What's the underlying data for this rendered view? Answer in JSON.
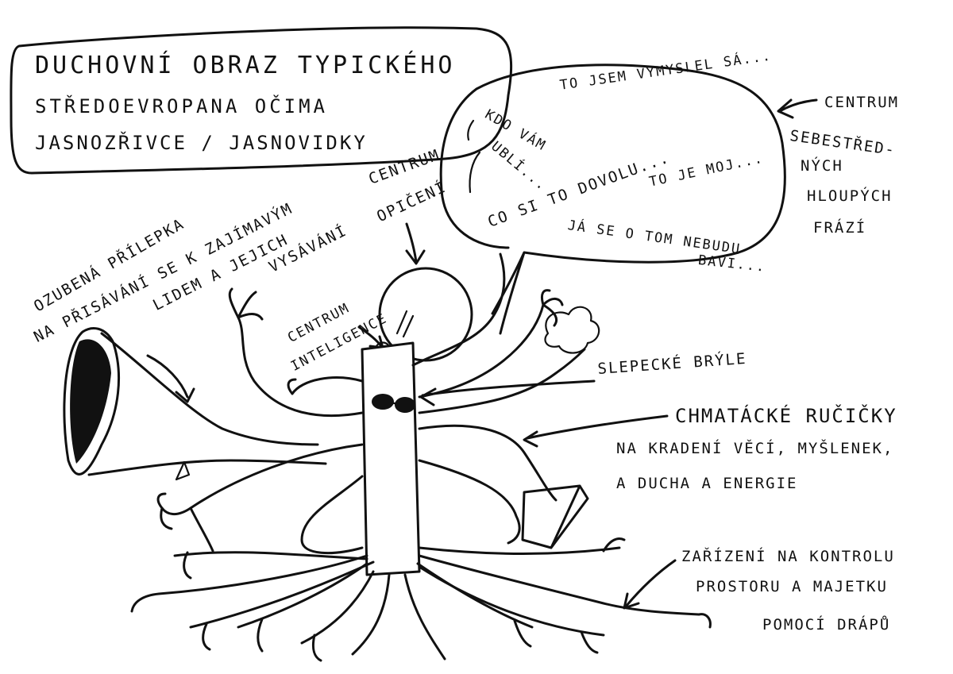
{
  "title": {
    "line1": "DUCHOVNÍ OBRAZ TYPICKÉHO",
    "line2": "STŘEDOEVROPANA OČIMA",
    "line3": "JASNOZŘIVCE / JASNOVIDKY"
  },
  "bubble": {
    "phrases": [
      "TO JSEM VYMYSLEL SÁ...",
      "KDO VÁM",
      "UBLÍ...",
      "CO SI TO DOVOLU...",
      "TO JE MOJ...",
      "JÁ SE O TOM NEBUDU",
      "BAVI..."
    ]
  },
  "labels": {
    "centrum_sebestrednych_1": "CENTRUM",
    "centrum_sebestrednych_2": "SEBESTŘED-",
    "centrum_sebestrednych_3": "NÝCH",
    "centrum_sebestrednych_4": "HLOUPÝCH",
    "centrum_sebestrednych_5": "FRÁZÍ",
    "centrum_opiceni_1": "CENTRUM",
    "centrum_opiceni_2": "OPIČENÍ",
    "prilepka_1": "OZUBENÁ PŘÍLEPKA",
    "prilepka_2": "NA PŘISÁVÁNÍ SE K ZAJÍMAVÝM",
    "prilepka_3": "LIDEM A JEJICH",
    "prilepka_4": "VYSÁVÁNÍ",
    "centrum_inteligence_1": "CENTRUM",
    "centrum_inteligence_2": "INTELIGENCE",
    "slepecke_bryle": "SLEPECKÉ BRÝLE",
    "chmatacke_1": "CHMATÁCKÉ RUČIČKY",
    "chmatacke_2": "NA KRADENÍ VĚCÍ, MYŠLENEK,",
    "chmatacke_3": "A DUCHA A ENERGIE",
    "zarizeni_1": "ZAŘÍZENÍ NA KONTROLU",
    "zarizeni_2": "PROSTORU A MAJETKU",
    "zarizeni_3": "POMOCÍ DRÁPŮ"
  }
}
